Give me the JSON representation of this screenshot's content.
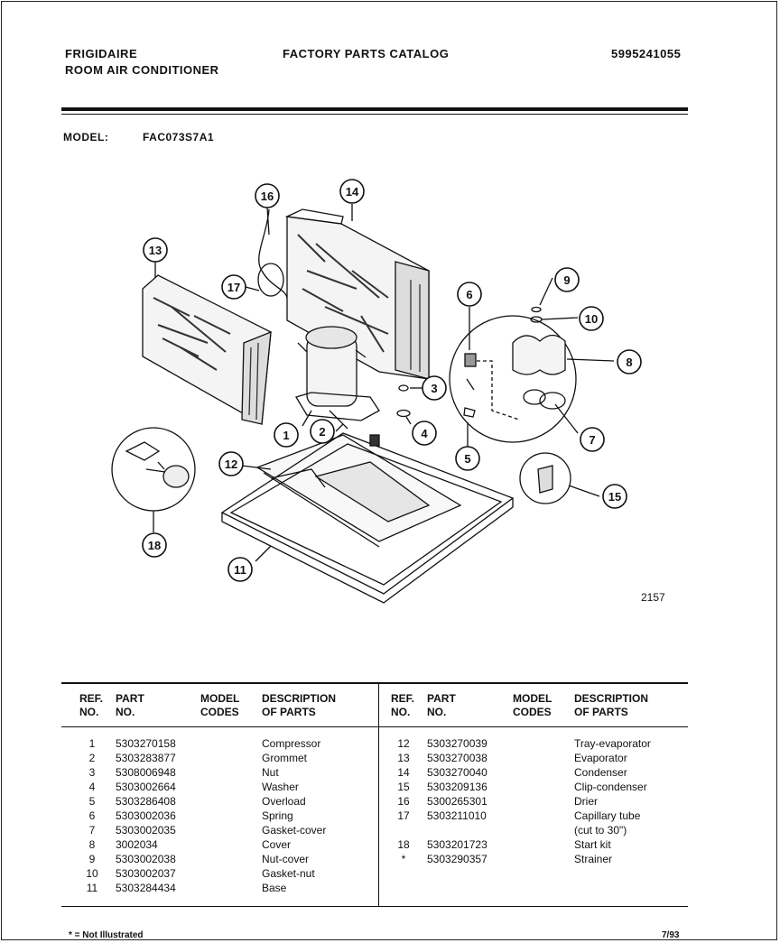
{
  "header": {
    "brand": "FRIGIDAIRE",
    "product": "ROOM AIR CONDITIONER",
    "catalog_title": "FACTORY PARTS CATALOG",
    "catalog_number": "5995241055",
    "model_label": "MODEL:",
    "model_number": "FAC073S7A1"
  },
  "diagram": {
    "figure_number": "2157",
    "callouts": [
      "1",
      "2",
      "3",
      "4",
      "5",
      "6",
      "7",
      "8",
      "9",
      "10",
      "11",
      "12",
      "13",
      "14",
      "15",
      "16",
      "17",
      "18"
    ]
  },
  "table": {
    "headers": {
      "ref_no": [
        "REF.",
        "NO."
      ],
      "part_no": [
        "PART",
        "NO."
      ],
      "model_codes": [
        "MODEL",
        "CODES"
      ],
      "description": [
        "DESCRIPTION",
        "OF PARTS"
      ]
    },
    "left_rows": [
      {
        "ref": "1",
        "part": "5303270158",
        "codes": "",
        "desc": "Compressor"
      },
      {
        "ref": "2",
        "part": "5303283877",
        "codes": "",
        "desc": "Grommet"
      },
      {
        "ref": "3",
        "part": "5308006948",
        "codes": "",
        "desc": "Nut"
      },
      {
        "ref": "4",
        "part": "5303002664",
        "codes": "",
        "desc": "Washer"
      },
      {
        "ref": "5",
        "part": "5303286408",
        "codes": "",
        "desc": "Overload"
      },
      {
        "ref": "6",
        "part": "5303002036",
        "codes": "",
        "desc": "Spring"
      },
      {
        "ref": "7",
        "part": "5303002035",
        "codes": "",
        "desc": "Gasket-cover"
      },
      {
        "ref": "8",
        "part": "3002034",
        "codes": "",
        "desc": "Cover"
      },
      {
        "ref": "9",
        "part": "5303002038",
        "codes": "",
        "desc": "Nut-cover"
      },
      {
        "ref": "10",
        "part": "5303002037",
        "codes": "",
        "desc": "Gasket-nut"
      },
      {
        "ref": "11",
        "part": "5303284434",
        "codes": "",
        "desc": "Base"
      }
    ],
    "right_rows": [
      {
        "ref": "12",
        "part": "5303270039",
        "codes": "",
        "desc": "Tray-evaporator"
      },
      {
        "ref": "13",
        "part": "5303270038",
        "codes": "",
        "desc": "Evaporator"
      },
      {
        "ref": "14",
        "part": "5303270040",
        "codes": "",
        "desc": "Condenser"
      },
      {
        "ref": "15",
        "part": "5303209136",
        "codes": "",
        "desc": "Clip-condenser"
      },
      {
        "ref": "16",
        "part": "5300265301",
        "codes": "",
        "desc": "Drier"
      },
      {
        "ref": "17",
        "part": "5303211010",
        "codes": "",
        "desc": "Capillary tube"
      },
      {
        "ref": "",
        "part": "",
        "codes": "",
        "desc": "(cut to 30\")"
      },
      {
        "ref": "18",
        "part": "5303201723",
        "codes": "",
        "desc": "Start kit"
      },
      {
        "ref": "",
        "part": "",
        "codes": "",
        "desc": ""
      },
      {
        "ref": "*",
        "part": "5303290357",
        "codes": "",
        "desc": "Strainer"
      }
    ]
  },
  "footer": {
    "note": "* = Not Illustrated",
    "date": "7/93"
  }
}
